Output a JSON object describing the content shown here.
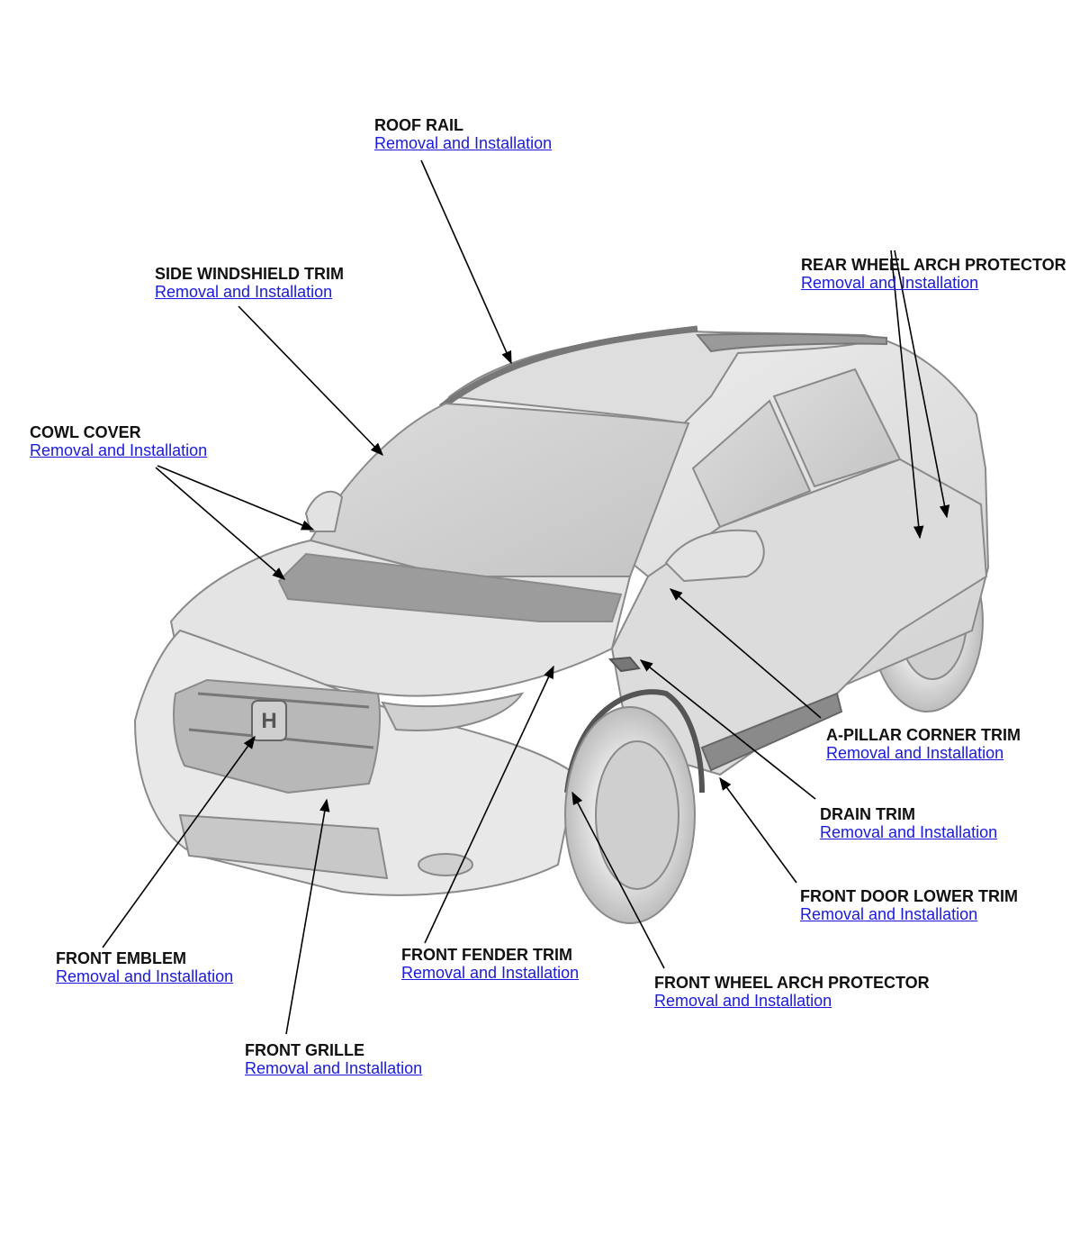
{
  "callouts": {
    "roof_rail": {
      "name": "ROOF RAIL",
      "link": "Removal and Installation"
    },
    "side_windshield_trim": {
      "name": "SIDE WINDSHIELD TRIM",
      "link": "Removal and Installation"
    },
    "rear_wheel_arch_protector": {
      "name": "REAR WHEEL ARCH PROTECTOR",
      "link": "Removal and Installation"
    },
    "cowl_cover": {
      "name": "COWL COVER",
      "link": "Removal and Installation"
    },
    "a_pillar_corner_trim": {
      "name": "A-PILLAR CORNER TRIM",
      "link": "Removal and Installation"
    },
    "drain_trim": {
      "name": "DRAIN TRIM",
      "link": "Removal and Installation"
    },
    "front_door_lower_trim": {
      "name": "FRONT DOOR LOWER TRIM",
      "link": "Removal and Installation"
    },
    "front_emblem": {
      "name": "FRONT EMBLEM",
      "link": "Removal and Installation"
    },
    "front_fender_trim": {
      "name": "FRONT FENDER TRIM",
      "link": "Removal and Installation"
    },
    "front_wheel_arch_protector": {
      "name": "FRONT WHEEL ARCH PROTECTOR",
      "link": "Removal and Installation"
    },
    "front_grille": {
      "name": "FRONT GRILLE",
      "link": "Removal and Installation"
    }
  },
  "colors": {
    "link": "#1a1adb",
    "label": "#111111",
    "body": "#e6e6e6",
    "outline": "#8a8a8a"
  }
}
